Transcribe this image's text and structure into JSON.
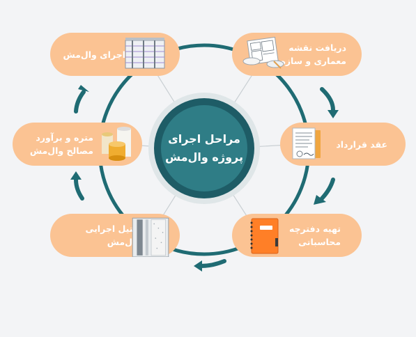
{
  "center": {
    "line1": "مراحل اجرای",
    "line2": "پروژه وال‌مش"
  },
  "steps": [
    {
      "label": "دریافت نقشه\nمعماری و سازه",
      "illustration": "blueprint-drawings-icon"
    },
    {
      "label": "عقد قرارداد",
      "illustration": "contract-document-icon"
    },
    {
      "label": "تهیه دفترچه\nمحاسباتی",
      "illustration": "orange-notebook-icon"
    },
    {
      "label": "دیتیل اجرایی\nوال‌مش",
      "illustration": "wall-detail-panel-icon"
    },
    {
      "label": "متره و برآورد\nمصالح وال‌مش",
      "illustration": "material-rolls-icon"
    },
    {
      "label": "اجرای وال‌مش",
      "illustration": "wallmesh-frame-icon"
    }
  ],
  "colors": {
    "ring": "#1f6b73",
    "center_outer": "#1e5c66",
    "center_inner": "#2f7d86",
    "pill": "#fbc393",
    "arrow": "#1f6b73",
    "background": "#f3f4f6"
  }
}
